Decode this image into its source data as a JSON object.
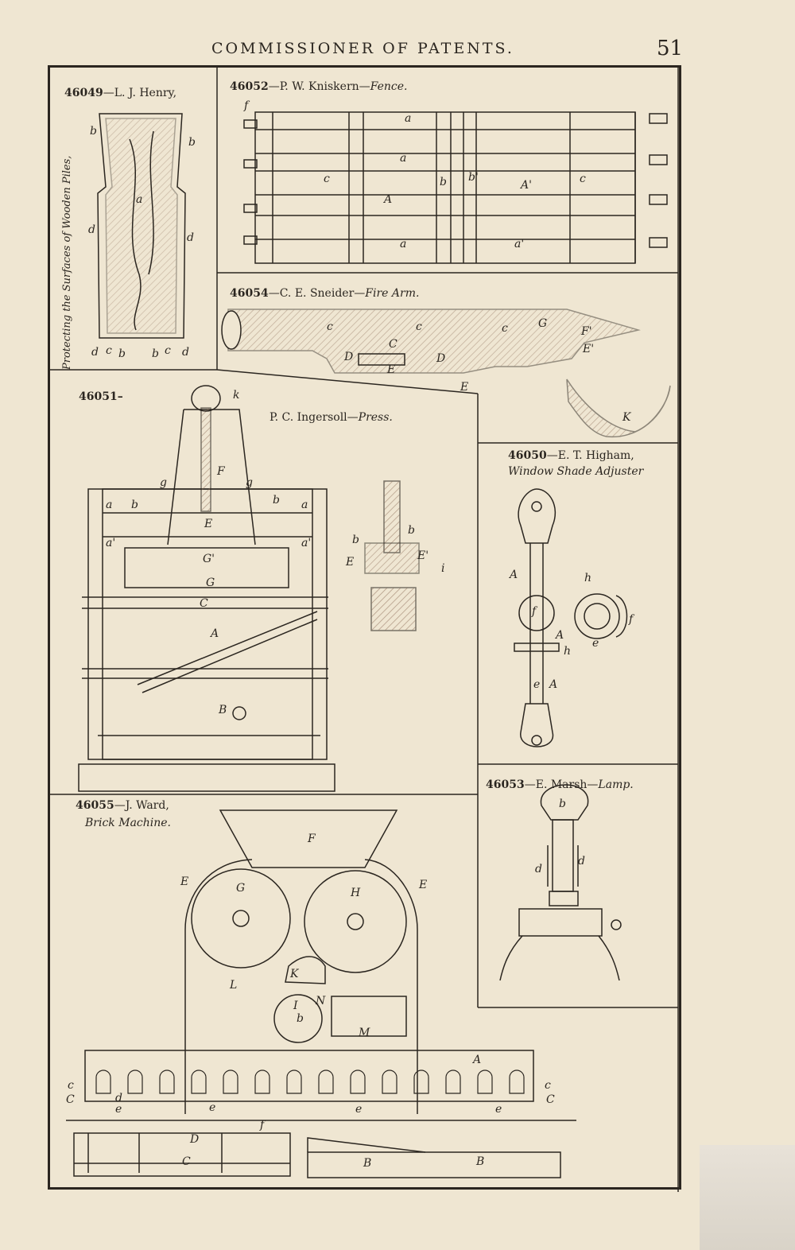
{
  "header": {
    "running_head": "COMMISSIONER OF PATENTS.",
    "page_number": "51"
  },
  "panels": {
    "p46049": {
      "number": "46049",
      "inventor": "—L. J. Henry,",
      "caption": "Protecting the Surfaces of Wooden Piles,",
      "labels": [
        "b",
        "b",
        "a",
        "d",
        "d",
        "d",
        "c",
        "b",
        "b",
        "c",
        "d"
      ]
    },
    "p46052": {
      "number": "46052",
      "inventor": "—P. W. Kniskern—",
      "subject": "Fence.",
      "labels": [
        "f",
        "a",
        "a",
        "c",
        "b",
        "b'",
        "A'",
        "c",
        "A",
        "a",
        "a'"
      ]
    },
    "p46054": {
      "number": "46054",
      "inventor": "—C. E. Sneider—",
      "subject": "Fire Arm.",
      "labels": [
        "c",
        "c",
        "c",
        "C",
        "D",
        "D",
        "E",
        "E",
        "G",
        "F'",
        "E'",
        "K"
      ]
    },
    "p46051": {
      "number": "46051–",
      "inventor": "P. C. Ingersoll—",
      "subject": "Press.",
      "labels": [
        "k",
        "F",
        "g",
        "g",
        "a",
        "b",
        "b",
        "a",
        "E",
        "a'",
        "a'",
        "G'",
        "G",
        "C",
        "A",
        "B",
        "b",
        "b",
        "E",
        "E'",
        "i"
      ]
    },
    "p46050": {
      "number": "46050",
      "inventor": "—E. T. Higham,",
      "subject": "Window Shade Adjuster",
      "labels": [
        "A",
        "h",
        "f",
        "f",
        "A",
        "h",
        "e",
        "e",
        "A"
      ]
    },
    "p46053": {
      "number": "46053",
      "inventor": "—E. Marsh—",
      "subject": "Lamp.",
      "labels": [
        "b",
        "d",
        "d"
      ]
    },
    "p46055": {
      "number": "46055",
      "inventor": "—J. Ward,",
      "subject": "Brick Machine.",
      "labels": [
        "F",
        "E",
        "G",
        "H",
        "E",
        "K",
        "L",
        "I",
        "b",
        "N",
        "M",
        "A",
        "c",
        "C",
        "c",
        "C",
        "e",
        "e",
        "e",
        "e",
        "f",
        "D",
        "C",
        "B",
        "B",
        "d"
      ]
    }
  },
  "colors": {
    "paper": "#efe6d2",
    "ink": "#2b2620",
    "hatch": "#8a6a55"
  }
}
